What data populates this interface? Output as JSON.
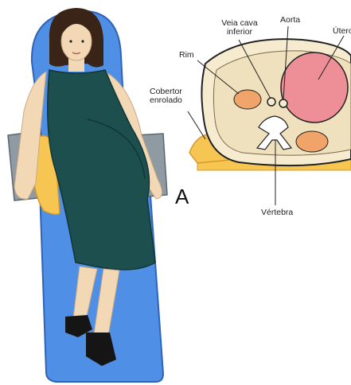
{
  "panel_letter": "A",
  "labels": {
    "cobertor": "Cobertor\nenrolado",
    "rim": "Rim",
    "veia": "Veia cava\ninferior",
    "aorta": "Aorta",
    "utero": "Útero",
    "vertebra": "Vértebra"
  },
  "colors": {
    "stretcher": "#4f8fe6",
    "dress": "#1d4f4f",
    "skin": "#f3d8b6",
    "hair": "#3a2418",
    "wedge": "#f7c652",
    "uterus": "#ee8f97",
    "kidney": "#f1a46a",
    "body_section": "#f7ebcf"
  },
  "icons": [
    "woman-illustration",
    "stretcher",
    "rolled-blanket",
    "cross-section"
  ]
}
